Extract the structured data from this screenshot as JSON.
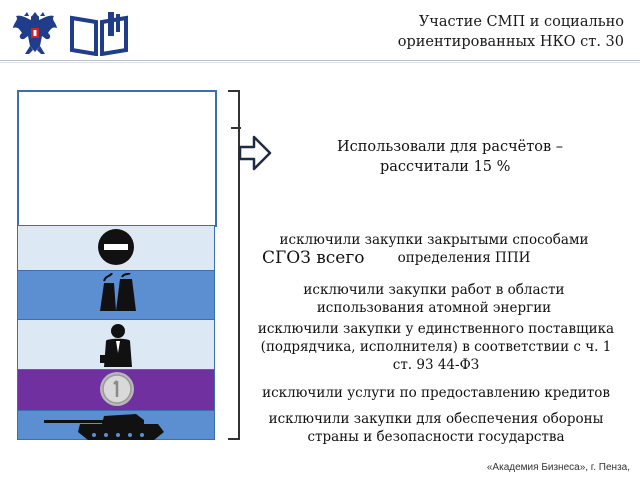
{
  "header": {
    "title_line1": "Участие СМП и социально",
    "title_line2": "ориентированных НКО ст. 30"
  },
  "icons": {
    "emblem": "russian-coat-of-arms-icon",
    "book": "open-book-icon",
    "arrow": "arrow-right-icon",
    "restricted": "no-entry-icon",
    "nuclear": "nuclear-plant-icon",
    "supplier": "person-in-suit-icon",
    "credit": "coin-icon",
    "defense": "tank-icon"
  },
  "colors": {
    "segment_light": "#dce9f4",
    "segment_blue": "#5b8fd2",
    "segment_purple": "#7030a0",
    "segment_border": "#3b6fb0"
  },
  "content": {
    "used_line1": "Использовали для расчётов –",
    "used_line2": "рассчитали 15 %",
    "total_label": "СГОЗ всего",
    "excl_closed_line1": "исключили закупки закрытыми способами",
    "excl_closed_line2": "определения ППИ",
    "excl_nuclear_line1": "исключили закупки работ в области",
    "excl_nuclear_line2": "использования атомной энергии",
    "excl_single_line1": "исключили закупки у единственного поставщика",
    "excl_single_line2": "(подрядчика, исполнителя) в соответствии с ч. 1",
    "excl_single_line3": "ст. 93 44-ФЗ",
    "excl_credit": "исключили услуги по предоставлению кредитов",
    "excl_defense_line1": "исключили закупки для обеспечения обороны",
    "excl_defense_line2": "страны и безопасности государства"
  },
  "footer": {
    "text": "«Академия Бизнеса», г. Пенза,"
  }
}
